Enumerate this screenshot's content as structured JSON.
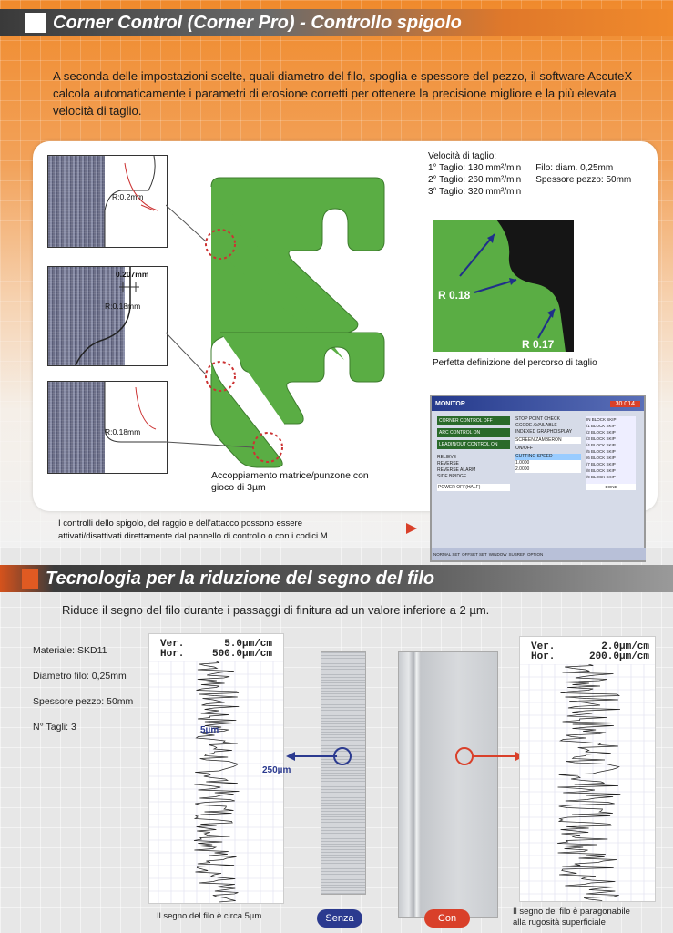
{
  "section1": {
    "title": "Corner Control (Corner Pro) - Controllo spigolo",
    "intro": "A seconda delle impostazioni scelte, quali diametro del filo, spoglia e spessore del pezzo, il software AccuteX calcola automaticamente i parametri di erosione corretti per ottenere la precisione migliore e la più elevata velocità di taglio.",
    "insets": [
      {
        "radius_label": "R:0.2mm"
      },
      {
        "width_label": "0.207mm",
        "radius_label": "R:0.18mm"
      },
      {
        "radius_label": "R:0.18mm"
      }
    ],
    "punch_caption_line1": "Accoppiamento matrice/punzone con",
    "punch_caption_line2": "gioco di 3µm",
    "speed": {
      "title": "Velocità di taglio:",
      "cut1": "1° Taglio: 130 mm²/min",
      "cut2": "2° Taglio: 260 mm²/min",
      "cut3": "3° Taglio: 320 mm²/min",
      "wire": "Filo: diam. 0,25mm",
      "thickness": "Spessore pezzo: 50mm"
    },
    "closeup": {
      "r1": "R 0.18",
      "r2": "R 0.17",
      "caption": "Perfetta definizione del percorso di taglio"
    },
    "controls_note_line1": "I controlli dello spigolo, del raggio e dell'attacco possono essere",
    "controls_note_line2": "attivati/disattivati direttamente dal pannello di controllo o con i codici M",
    "monitor": {
      "title": "MONITOR",
      "counter": "30.014",
      "left_buttons": [
        "CORNER CONTROL OFF",
        "ARC CONTROL ON",
        "LEADIN/OUT CONTROL ON"
      ],
      "mid_items": [
        "STOP POINT CHECK",
        "GCODE AVAILABLE",
        "INDEXED GRAPHDISPLAY"
      ],
      "screen_label": "SCREEN ZAMBERON",
      "onoff": "ON/OFF",
      "cutting_label": "CUTTING SPEED",
      "cut_values": [
        "1.0000",
        "2.0000"
      ],
      "opt_items": [
        "RELIEVE",
        "REVERSE",
        "REVERSE ALARM",
        "SIDE BRIDGE"
      ],
      "power_label": "POWER OFF(HALF)",
      "skip_items": [
        "IN BLOCK SKIP",
        "/1 BLOCK SKIP",
        "/2 BLOCK SKIP",
        "/3 BLOCK SKIP",
        "/4 BLOCK SKIP",
        "/5 BLOCK SKIP",
        "/6 BLOCK SKIP",
        "/7 BLOCK SKIP",
        "/8 BLOCK SKIP",
        "/9 BLOCK SKIP"
      ],
      "done_label": "DONE",
      "bottom_tabs": [
        "NORMAL SET",
        "OFFSET SET",
        "WINDOW",
        "SUBREP",
        "OPTION"
      ]
    }
  },
  "section2": {
    "title": "Tecnologia per la riduzione del segno del filo",
    "intro": "Riduce il segno del filo durante i passaggi di finitura ad un valore inferiore a 2 µm.",
    "specs": [
      "Materiale: SKD11",
      "Diametro filo: 0,25mm",
      "Spessore pezzo: 50mm",
      "N° Tagli: 3"
    ],
    "left_chart": {
      "ver": "Ver.",
      "hor": "Hor.",
      "ver_val": "5.0µm/cm",
      "hor_val": "500.0µm/cm",
      "ann1": "5µm",
      "ann2": "250µm"
    },
    "right_chart": {
      "ver": "Ver.",
      "hor": "Hor.",
      "ver_val": "2.0µm/cm",
      "hor_val": "200.0µm/cm"
    },
    "left_caption": "Il segno del filo è circa 5µm",
    "right_caption_line1": "Il segno del filo è paragonabile",
    "right_caption_line2": "alla rugosità superficiale",
    "pill_without": "Senza",
    "pill_with": "Con",
    "colors": {
      "without": "#2b3a8f",
      "with": "#d9402a",
      "orange": "#f08a2c",
      "green": "#5aad44"
    }
  }
}
